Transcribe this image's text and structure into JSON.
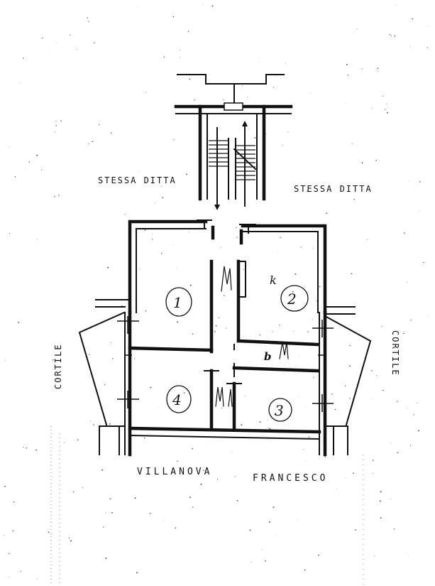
{
  "labels": {
    "stessa_ditta_left": "STESSA DITTA",
    "stessa_ditta_right": "STESSA DITTA",
    "cortile_left": "CORTILE",
    "cortile_right": "CORTILE",
    "street_left": "VILLANOVA",
    "street_right": "FRANCESCO"
  },
  "rooms": {
    "room_1": "1",
    "room_2": "2",
    "room_3": "3",
    "room_4": "4",
    "kitchen": "k",
    "bath_b": "b"
  }
}
